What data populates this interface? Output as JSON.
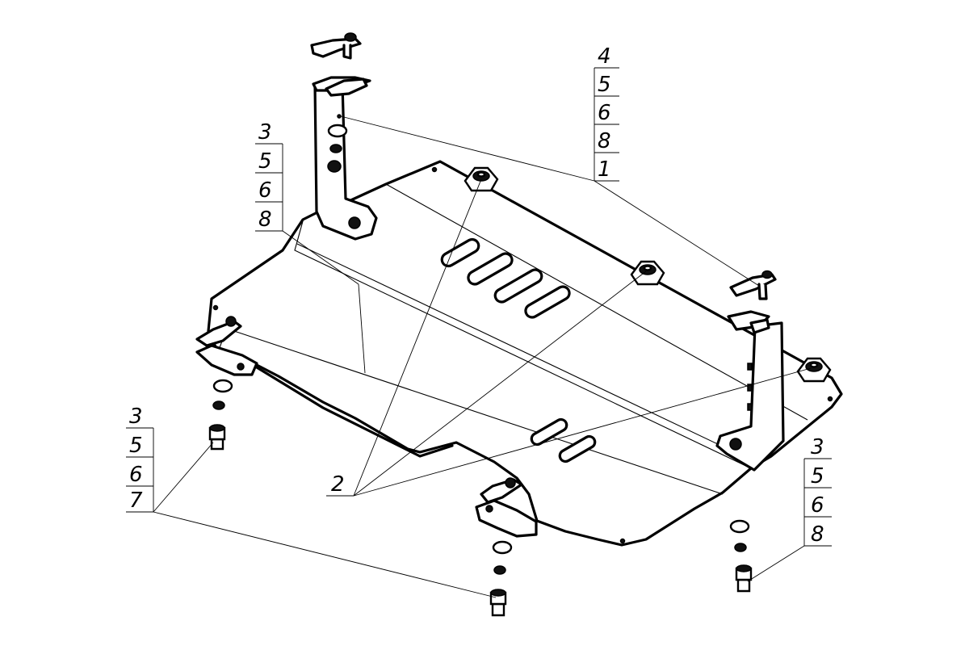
{
  "callouts": {
    "top_right": [
      "4",
      "5",
      "6",
      "8",
      "1"
    ],
    "upper_left": [
      "3",
      "5",
      "6",
      "8"
    ],
    "lower_left": [
      "3",
      "5",
      "6",
      "7"
    ],
    "lower_right": [
      "3",
      "5",
      "6",
      "8"
    ],
    "center": "2"
  }
}
